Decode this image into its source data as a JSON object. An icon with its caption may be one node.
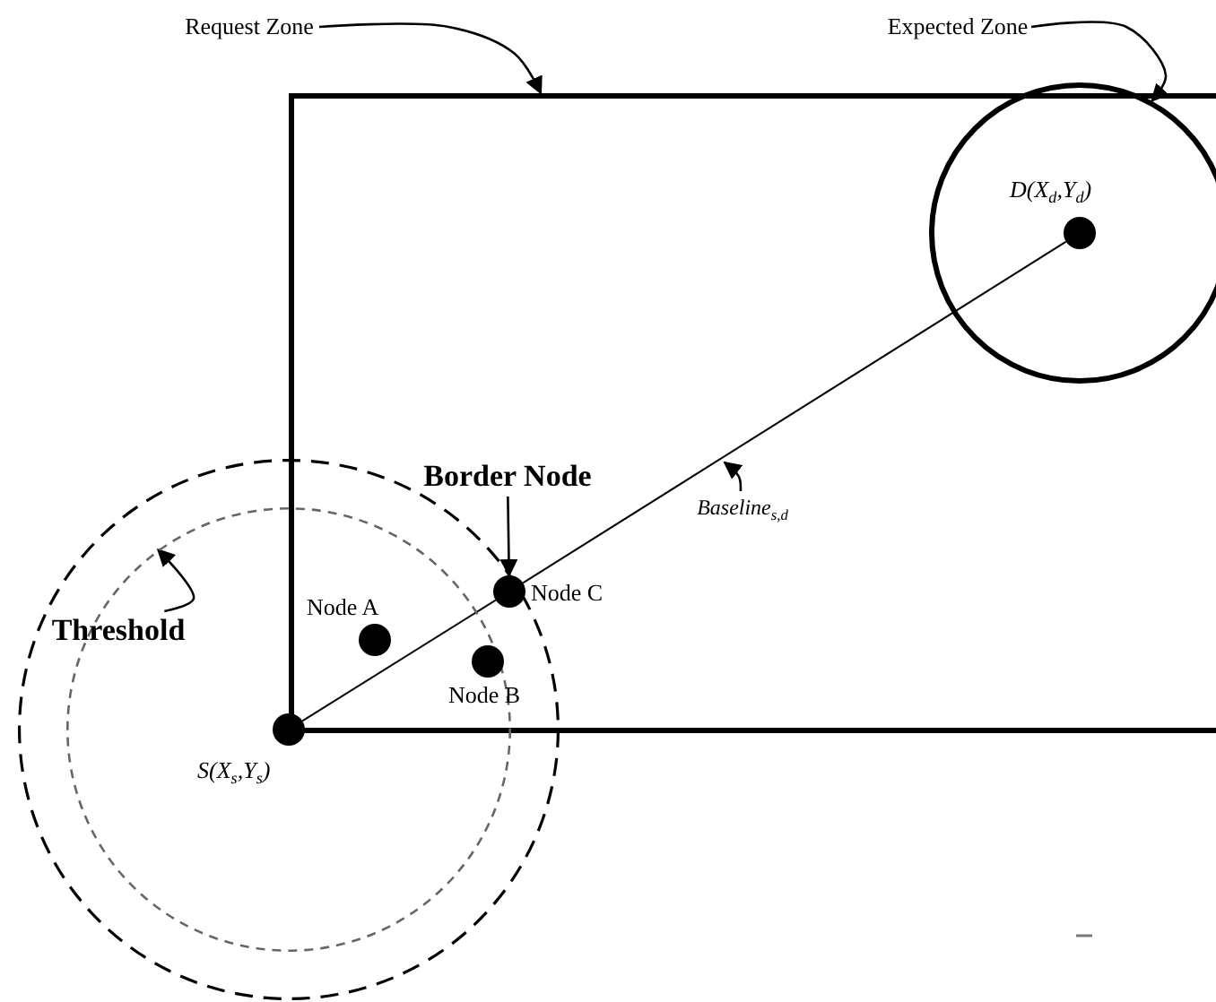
{
  "diagram": {
    "nodes": [
      {
        "text": [
          "Request Zone"
        ]
      },
      {
        "text": [],
        "shape": "box"
      },
      {
        "text": [
          "Expected Zone"
        ]
      },
      {
        "text": [],
        "shape": "circle"
      },
      {
        "text": [],
        "shape": "circle",
        "beside": [
          "D(X$_{d}$,Y$_{d}$)"
        ],
        "in": 3
      },
      {
        "text": [],
        "shape": "circle"
      },
      {
        "text": [],
        "shape": "circle",
        "in": 5
      },
      {
        "text": [],
        "shape": "circle",
        "in": 6
      },
      {
        "text": [],
        "shape": "circle",
        "beside": [
          "Node A"
        ]
      },
      {
        "text": [],
        "shape": "circle",
        "beside": [
          "Node B"
        ]
      },
      {
        "text": [],
        "shape": "circle",
        "beside": [
          "Node C"
        ]
      },
      {
        "text": [
          "Border Node"
        ],
        "in": 1
      },
      {
        "text": [
          "Baseline$_{s,d}$"
        ],
        "in": 1
      },
      {
        "text": [
          "Threshold"
        ],
        "in": 5
      }
    ],
    "edges": [
      {
        "from": 0,
        "to": 1,
        "arrow": "to"
      },
      {
        "from": 2,
        "to": 3,
        "arrow": "to"
      },
      {
        "from": 7,
        "to": 10,
        "arrow": "none"
      },
      {
        "from": 10,
        "to": 4,
        "arrow": "none"
      },
      {
        "from": 11,
        "to": 10,
        "arrow": "to"
      },
      {
        "from": 12,
        "to": null,
        "arrow": "to"
      },
      {
        "from": 13,
        "to": 6,
        "arrow": "to"
      }
    ],
    "labels": [
      "S(X$_{s}$,Y$_{s}$)"
    ]
  }
}
